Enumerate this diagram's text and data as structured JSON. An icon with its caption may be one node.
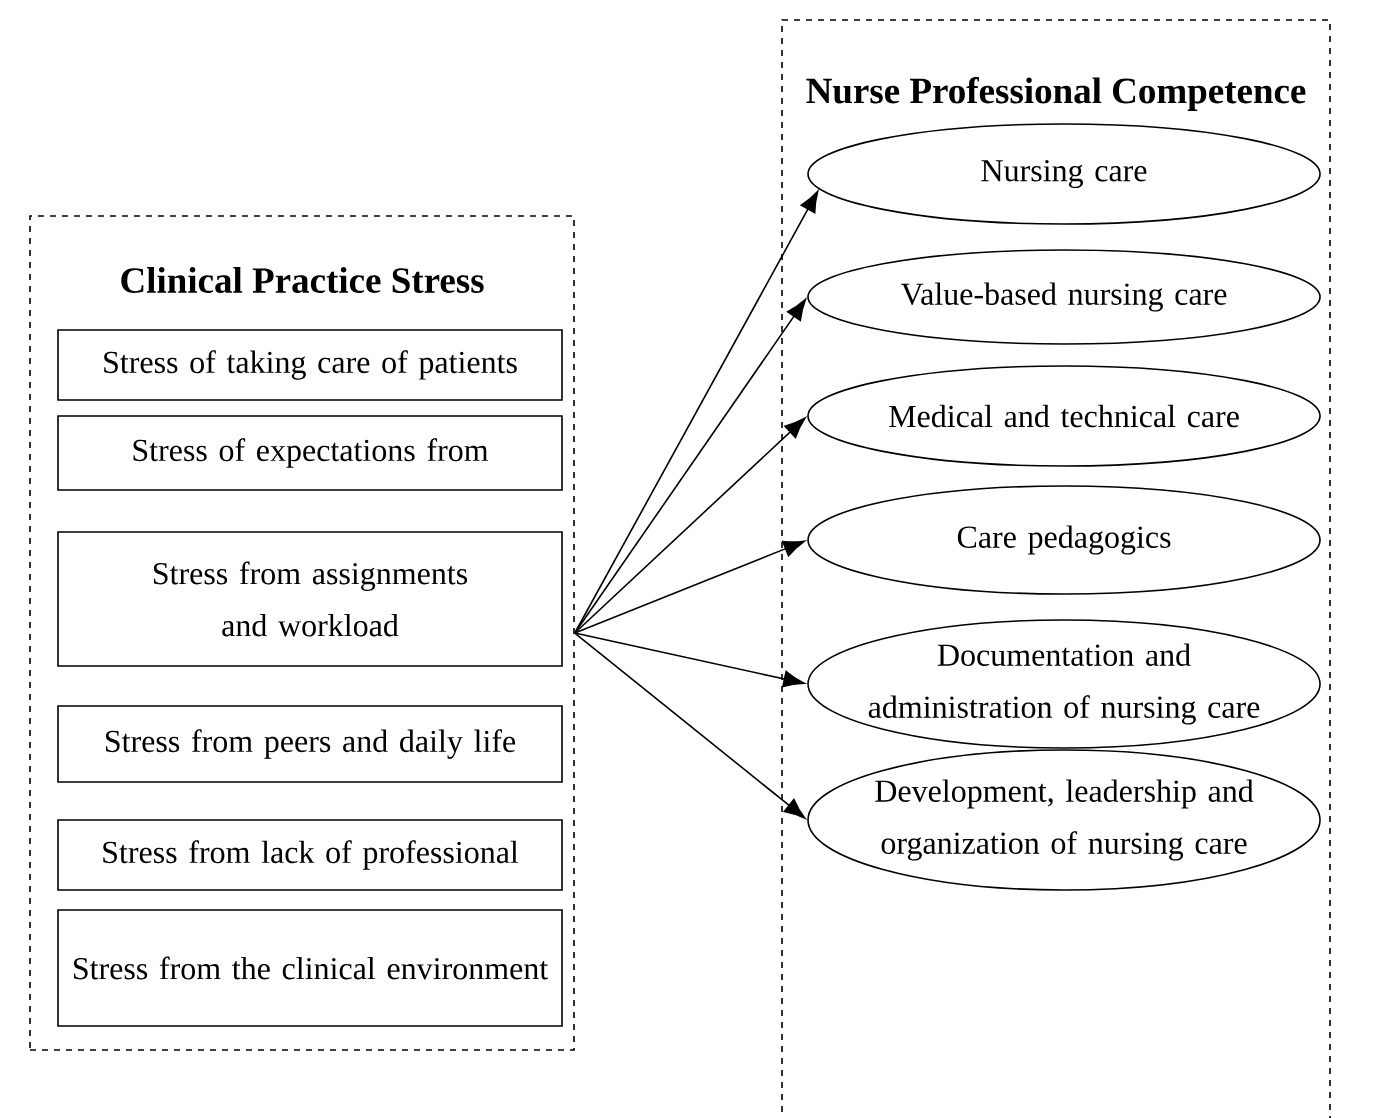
{
  "diagram": {
    "nodes": [
      {
        "text": [
          "Clinical Practice Stress"
        ]
      },
      {
        "text": [
          "Stress of taking care of patients"
        ],
        "in": 0
      },
      {
        "text": [
          "Stress of expectations from"
        ],
        "in": 0
      },
      {
        "text": [
          "Stress from assignments and workload"
        ],
        "in": 0
      },
      {
        "text": [
          "Stress from peers and daily life"
        ],
        "in": 0
      },
      {
        "text": [
          "Stress from lack of professional"
        ],
        "in": 0
      },
      {
        "text": [
          "Stress from the clinical environment"
        ],
        "in": 0
      },
      {
        "text": [
          "Nurse Professional Competence"
        ]
      },
      {
        "text": [
          "Nursing care"
        ],
        "in": 7
      },
      {
        "text": [
          "Value-based nursing care"
        ],
        "in": 7
      },
      {
        "text": [
          "Medical and technical care"
        ],
        "in": 7
      },
      {
        "text": [
          "Care pedagogics"
        ],
        "in": 7
      },
      {
        "text": [
          "Documentation and administration of nursing care"
        ],
        "in": 7
      },
      {
        "text": [
          "Development, leadership and organization of nursing care"
        ],
        "in": 7
      }
    ],
    "edges": [
      {
        "from": 0,
        "to": 8,
        "arrow": "to"
      },
      {
        "from": 0,
        "to": 9,
        "arrow": "to"
      },
      {
        "from": 0,
        "to": 10,
        "arrow": "to"
      },
      {
        "from": 0,
        "to": 11,
        "arrow": "to"
      },
      {
        "from": 0,
        "to": 12,
        "arrow": "to"
      },
      {
        "from": 0,
        "to": 13,
        "arrow": "to"
      }
    ]
  }
}
